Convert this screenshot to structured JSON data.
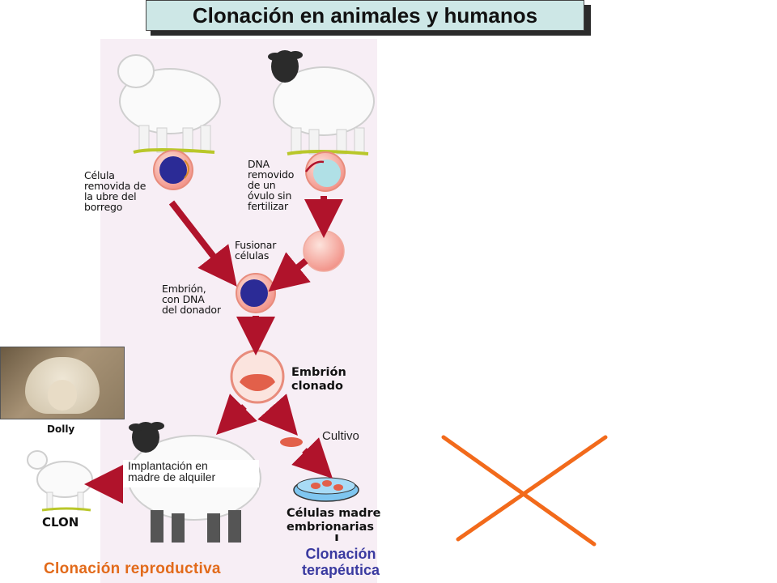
{
  "title": "Clonación en animales y humanos",
  "labels": {
    "udder_cell": "Célula\nremovida de\nla ubre del\nborrego",
    "dna_removed": "DNA\nremovido\nde un\nóvulo sin\nfertilizar",
    "fuse": "Fusionar\ncélulas",
    "embryo_donor": "Embrión,\ncon DNA\ndel donador",
    "cloned_embryo": "Embrión\nclonado",
    "culture": "Cultivo",
    "stem_cells": "Células madre\nembrionarias",
    "implant": "Implantación en\nmadre de alquiler",
    "dolly": "Dolly",
    "clon": "CLON"
  },
  "footer": {
    "reproductive": "Clonación reproductiva",
    "therapeutic": "Clonación\nterapéutica"
  },
  "colors": {
    "arrow": "#b0132b",
    "nucleus": "#2b2b96",
    "cross": "#f26a1b",
    "title_bg": "#cde7e6"
  }
}
